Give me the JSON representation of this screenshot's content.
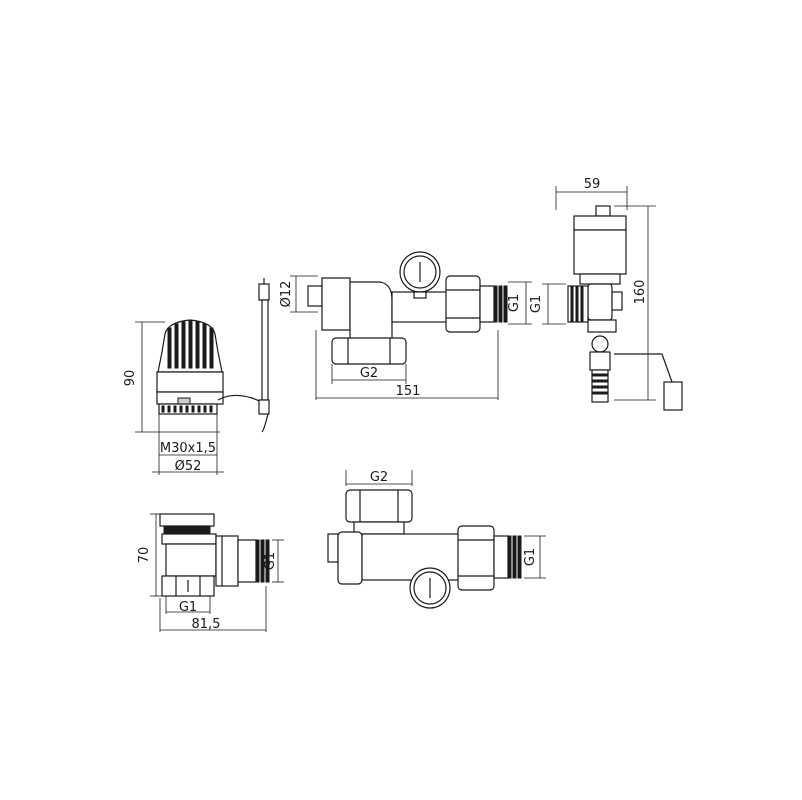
{
  "dimensions": {
    "head_height": "90",
    "head_thread": "M30x1,5",
    "head_diameter": "Ø52",
    "pipe_diameter": "Ø12",
    "top_inlet": "G2",
    "top_length": "151",
    "top_outlet": "G1",
    "vent_inlet": "G1",
    "vent_width": "59",
    "vent_height": "160",
    "valve_height": "70",
    "valve_inlet": "G1",
    "valve_outlet": "G1",
    "valve_length": "81,5",
    "bottom_inlet": "G2",
    "bottom_outlet": "G1"
  }
}
